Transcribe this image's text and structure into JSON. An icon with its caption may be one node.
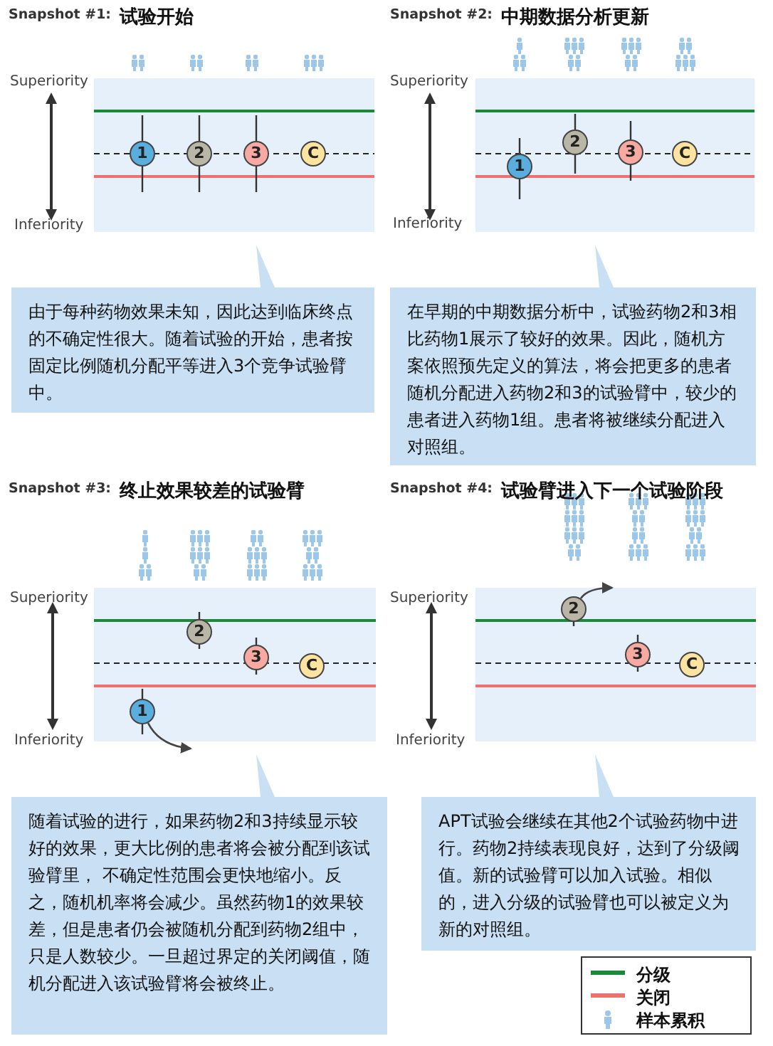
{
  "diagram": {
    "nodes": [
      {
        "text": [
          "1"
        ]
      },
      {
        "text": [
          "2"
        ]
      },
      {
        "text": [
          "3"
        ]
      },
      {
        "text": [
          "C"
        ]
      },
      {
        "text": [
          "由于每种药物效果未知，因此达到临床终点的不确定性很大。随着试验的开始，患者按固定比例随机分配平等进入3个竞争试验臂中。"
        ]
      },
      {
        "text": [
          "1"
        ]
      },
      {
        "text": [
          "2"
        ]
      },
      {
        "text": [
          "3"
        ]
      },
      {
        "text": [
          "C"
        ]
      },
      {
        "text": [
          "在早期的中期数据分析中，试验药物2和3相比药物1展示了较好的效果。因此，随机方案依照预先定义的算法，将会把更多的患者随机分配进入药物2和3的试验臂中，较少的患者进入药物1组。患者将被继续分配进入对照组。"
        ]
      },
      {
        "text": [
          "1"
        ]
      },
      {
        "text": [
          "2"
        ]
      },
      {
        "text": [
          "3"
        ]
      },
      {
        "text": [
          "C"
        ]
      },
      {
        "text": [
          "随着试验的进行，如果药物2和3持续显示较好的效果，更大比例的患者将会被分配到该试验臂里， 不确定性范围会更快地缩小。反之，随机机率将会减少。虽然药物1的效果较差，但是患者仍会被随机分配到药物2组中，只是人数较少。一旦超过界定的关闭阈值，随机分配进入该试验臂将会被终止。"
        ]
      },
      {
        "text": [
          "2"
        ]
      },
      {
        "text": [
          "3"
        ]
      },
      {
        "text": [
          "C"
        ]
      },
      {
        "text": [
          "APT试验会继续在其他2个试验药物中进行。药物2持续表现良好，达到了分级阈值。新的试验臂可以加入试验。相似的，进入分级的试验臂也可以被定义为新的对照组。"
        ]
      }
    ],
    "edges": [
      {
        "from": 10,
        "to": null,
        "arrow": "to"
      },
      {
        "from": 15,
        "to": null,
        "arrow": "to"
      }
    ],
    "labels": [
      "Snapshot #1:",
      "试验开始",
      "Superiority",
      "Inferiority",
      "Snapshot #2:",
      "中期数据分析更新",
      "Superiority",
      "Inferiority",
      "Snapshot #3:",
      "终止效果较差的试验臂",
      "Superiority",
      "Inferiority",
      "Snapshot #4:",
      "试验臂进入下一个试验阶段",
      "Superiority",
      "Inferiority"
    ],
    "legend": [
      {
        "text": "分级"
      },
      {
        "text": "关闭"
      },
      {
        "text": "样本累积"
      }
    ]
  }
}
